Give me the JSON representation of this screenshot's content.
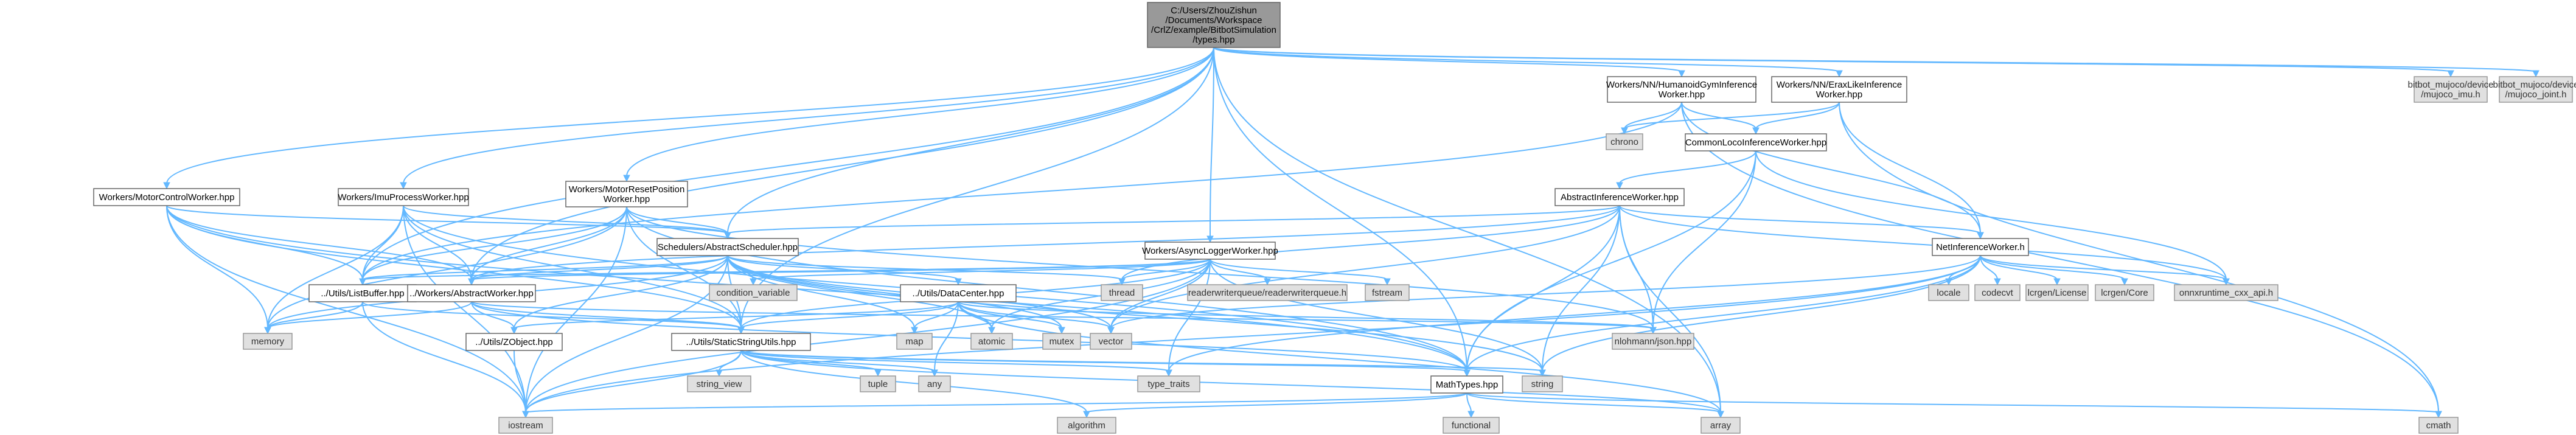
{
  "graph_title": "C:/Users/ZhouZishun/Documents/Workspace/CrlZ/example/BitbotSimulation/types.hpp",
  "node_types": {
    "focus": "#999999",
    "internal": "#ffffff",
    "external": "#e0e0e0"
  },
  "colors": {
    "edge": "#63b8ff",
    "border": "#666666",
    "text": "#000000"
  },
  "nodes": {
    "types_hpp": {
      "lines": [
        "C:/Users/ZhouZishun",
        "/Documents/Workspace",
        "/CrlZ/example/BitbotSimulation",
        "/types.hpp"
      ],
      "kind": "focus"
    },
    "motor_control": {
      "lines": [
        "Workers/MotorControlWorker.hpp"
      ],
      "kind": "internal"
    },
    "imu_process": {
      "lines": [
        "Workers/ImuProcessWorker.hpp"
      ],
      "kind": "internal"
    },
    "motor_reset": {
      "lines": [
        "Workers/MotorResetPosition",
        "Worker.hpp"
      ],
      "kind": "internal"
    },
    "async_logger": {
      "lines": [
        "Workers/AsyncLoggerWorker.hpp"
      ],
      "kind": "internal"
    },
    "humanoid_gym": {
      "lines": [
        "Workers/NN/HumanoidGymInference",
        "Worker.hpp"
      ],
      "kind": "internal"
    },
    "erax_like": {
      "lines": [
        "Workers/NN/EraxLikeInference",
        "Worker.hpp"
      ],
      "kind": "internal"
    },
    "mujoco_imu": {
      "lines": [
        "bitbot_mujoco/device",
        "/mujoco_imu.h"
      ],
      "kind": "external"
    },
    "mujoco_joint": {
      "lines": [
        "bitbot_mujoco/device",
        "/mujoco_joint.h"
      ],
      "kind": "external"
    },
    "chrono": {
      "lines": [
        "chrono"
      ],
      "kind": "external"
    },
    "common_loco": {
      "lines": [
        "CommonLocoInferenceWorker.hpp"
      ],
      "kind": "internal"
    },
    "abstract_inference": {
      "lines": [
        "AbstractInferenceWorker.hpp"
      ],
      "kind": "internal"
    },
    "abstract_scheduler": {
      "lines": [
        "Schedulers/AbstractScheduler.hpp"
      ],
      "kind": "internal"
    },
    "nn_inference": {
      "lines": [
        "NetInferenceWorker.h"
      ],
      "kind": "internal"
    },
    "list_buffer": {
      "lines": [
        "../Utils/ListBuffer.hpp"
      ],
      "kind": "internal"
    },
    "abstract_worker": {
      "lines": [
        "../Workers/AbstractWorker.hpp"
      ],
      "kind": "internal"
    },
    "condition_variable": {
      "lines": [
        "condition_variable"
      ],
      "kind": "external"
    },
    "data_center": {
      "lines": [
        "../Utils/DataCenter.hpp"
      ],
      "kind": "internal"
    },
    "thread": {
      "lines": [
        "thread"
      ],
      "kind": "external"
    },
    "readerwriterqueue": {
      "lines": [
        "readerwriterqueue/readerwriterqueue.h"
      ],
      "kind": "external"
    },
    "fstream": {
      "lines": [
        "fstream"
      ],
      "kind": "external"
    },
    "locale": {
      "lines": [
        "locale"
      ],
      "kind": "external"
    },
    "codecvt": {
      "lines": [
        "codecvt"
      ],
      "kind": "external"
    },
    "lcrgen_license": {
      "lines": [
        "lcrgen/License"
      ],
      "kind": "external"
    },
    "lcrgen_core": {
      "lines": [
        "lcrgen/Core"
      ],
      "kind": "external"
    },
    "onnxruntime": {
      "lines": [
        "onnxruntime_cxx_api.h"
      ],
      "kind": "external"
    },
    "memory": {
      "lines": [
        "memory"
      ],
      "kind": "external"
    },
    "zobject": {
      "lines": [
        "../Utils/ZObject.hpp"
      ],
      "kind": "internal"
    },
    "static_string": {
      "lines": [
        "../Utils/StaticStringUtils.hpp"
      ],
      "kind": "internal"
    },
    "map": {
      "lines": [
        "map"
      ],
      "kind": "external"
    },
    "atomic": {
      "lines": [
        "atomic"
      ],
      "kind": "external"
    },
    "mutex": {
      "lines": [
        "mutex"
      ],
      "kind": "external"
    },
    "vector": {
      "lines": [
        "vector"
      ],
      "kind": "external"
    },
    "nlohmann": {
      "lines": [
        "nlohmann/json.hpp"
      ],
      "kind": "external"
    },
    "string_view": {
      "lines": [
        "string_view"
      ],
      "kind": "external"
    },
    "tuple": {
      "lines": [
        "tuple"
      ],
      "kind": "external"
    },
    "any": {
      "lines": [
        "any"
      ],
      "kind": "external"
    },
    "type_traits": {
      "lines": [
        "type_traits"
      ],
      "kind": "external"
    },
    "string": {
      "lines": [
        "string"
      ],
      "kind": "external"
    },
    "math_types": {
      "lines": [
        "MathTypes.hpp"
      ],
      "kind": "internal"
    },
    "iostream": {
      "lines": [
        "iostream"
      ],
      "kind": "external"
    },
    "algorithm": {
      "lines": [
        "algorithm"
      ],
      "kind": "external"
    },
    "functional": {
      "lines": [
        "functional"
      ],
      "kind": "external"
    },
    "array": {
      "lines": [
        "array"
      ],
      "kind": "external"
    },
    "cmath": {
      "lines": [
        "cmath"
      ],
      "kind": "external"
    }
  },
  "edges": [
    [
      "types_hpp",
      "motor_control"
    ],
    [
      "types_hpp",
      "imu_process"
    ],
    [
      "types_hpp",
      "motor_reset"
    ],
    [
      "types_hpp",
      "async_logger"
    ],
    [
      "types_hpp",
      "humanoid_gym"
    ],
    [
      "types_hpp",
      "erax_like"
    ],
    [
      "types_hpp",
      "mujoco_imu"
    ],
    [
      "types_hpp",
      "mujoco_joint"
    ],
    [
      "types_hpp",
      "abstract_scheduler"
    ],
    [
      "types_hpp",
      "abstract_worker"
    ],
    [
      "types_hpp",
      "list_buffer"
    ],
    [
      "types_hpp",
      "static_string"
    ],
    [
      "types_hpp",
      "math_types"
    ],
    [
      "types_hpp",
      "array"
    ],
    [
      "motor_control",
      "abstract_scheduler"
    ],
    [
      "motor_control",
      "list_buffer"
    ],
    [
      "motor_control",
      "abstract_worker"
    ],
    [
      "motor_control",
      "memory"
    ],
    [
      "motor_control",
      "iostream"
    ],
    [
      "motor_control",
      "static_string"
    ],
    [
      "motor_control",
      "math_types"
    ],
    [
      "imu_process",
      "abstract_scheduler"
    ],
    [
      "imu_process",
      "list_buffer"
    ],
    [
      "imu_process",
      "abstract_worker"
    ],
    [
      "imu_process",
      "memory"
    ],
    [
      "imu_process",
      "iostream"
    ],
    [
      "imu_process",
      "static_string"
    ],
    [
      "imu_process",
      "math_types"
    ],
    [
      "motor_reset",
      "abstract_scheduler"
    ],
    [
      "motor_reset",
      "list_buffer"
    ],
    [
      "motor_reset",
      "abstract_worker"
    ],
    [
      "motor_reset",
      "memory"
    ],
    [
      "motor_reset",
      "iostream"
    ],
    [
      "motor_reset",
      "static_string"
    ],
    [
      "motor_reset",
      "math_types"
    ],
    [
      "motor_reset",
      "nlohmann"
    ],
    [
      "async_logger",
      "abstract_worker"
    ],
    [
      "async_logger",
      "list_buffer"
    ],
    [
      "async_logger",
      "thread"
    ],
    [
      "async_logger",
      "readerwriterqueue"
    ],
    [
      "async_logger",
      "fstream"
    ],
    [
      "async_logger",
      "condition_variable"
    ],
    [
      "async_logger",
      "atomic"
    ],
    [
      "async_logger",
      "string"
    ],
    [
      "async_logger",
      "vector"
    ],
    [
      "async_logger",
      "static_string"
    ],
    [
      "async_logger",
      "iostream"
    ],
    [
      "async_logger",
      "type_traits"
    ],
    [
      "humanoid_gym",
      "chrono"
    ],
    [
      "humanoid_gym",
      "common_loco"
    ],
    [
      "humanoid_gym",
      "nn_inference"
    ],
    [
      "humanoid_gym",
      "list_buffer"
    ],
    [
      "humanoid_gym",
      "cmath"
    ],
    [
      "erax_like",
      "chrono"
    ],
    [
      "erax_like",
      "common_loco"
    ],
    [
      "erax_like",
      "nn_inference"
    ],
    [
      "erax_like",
      "cmath"
    ],
    [
      "common_loco",
      "abstract_inference"
    ],
    [
      "common_loco",
      "onnxruntime"
    ],
    [
      "common_loco",
      "nlohmann"
    ],
    [
      "common_loco",
      "math_types"
    ],
    [
      "abstract_inference",
      "abstract_scheduler"
    ],
    [
      "abstract_inference",
      "abstract_worker"
    ],
    [
      "abstract_inference",
      "nn_inference"
    ],
    [
      "abstract_inference",
      "thread"
    ],
    [
      "abstract_inference",
      "nlohmann"
    ],
    [
      "abstract_inference",
      "vector"
    ],
    [
      "abstract_inference",
      "onnxruntime"
    ],
    [
      "abstract_inference",
      "math_types"
    ],
    [
      "abstract_inference",
      "string"
    ],
    [
      "abstract_inference",
      "array"
    ],
    [
      "abstract_scheduler",
      "abstract_worker"
    ],
    [
      "abstract_scheduler",
      "list_buffer"
    ],
    [
      "abstract_scheduler",
      "condition_variable"
    ],
    [
      "abstract_scheduler",
      "data_center"
    ],
    [
      "abstract_scheduler",
      "thread"
    ],
    [
      "abstract_scheduler",
      "static_string"
    ],
    [
      "abstract_scheduler",
      "zobject"
    ],
    [
      "abstract_scheduler",
      "map"
    ],
    [
      "abstract_scheduler",
      "atomic"
    ],
    [
      "abstract_scheduler",
      "mutex"
    ],
    [
      "abstract_scheduler",
      "vector"
    ],
    [
      "abstract_scheduler",
      "memory"
    ],
    [
      "abstract_scheduler",
      "iostream"
    ],
    [
      "abstract_scheduler",
      "string"
    ],
    [
      "nn_inference",
      "locale"
    ],
    [
      "nn_inference",
      "codecvt"
    ],
    [
      "nn_inference",
      "lcrgen_license"
    ],
    [
      "nn_inference",
      "lcrgen_core"
    ],
    [
      "nn_inference",
      "onnxruntime"
    ],
    [
      "nn_inference",
      "string"
    ],
    [
      "nn_inference",
      "vector"
    ],
    [
      "nn_inference",
      "math_types"
    ],
    [
      "nn_inference",
      "type_traits"
    ],
    [
      "nn_inference",
      "iostream"
    ],
    [
      "list_buffer",
      "memory"
    ],
    [
      "list_buffer",
      "iostream"
    ],
    [
      "list_buffer",
      "static_string"
    ],
    [
      "abstract_worker",
      "memory"
    ],
    [
      "abstract_worker",
      "zobject"
    ],
    [
      "abstract_worker",
      "static_string"
    ],
    [
      "abstract_worker",
      "nlohmann"
    ],
    [
      "abstract_worker",
      "math_types"
    ],
    [
      "data_center",
      "map"
    ],
    [
      "data_center",
      "atomic"
    ],
    [
      "data_center",
      "mutex"
    ],
    [
      "data_center",
      "vector"
    ],
    [
      "data_center",
      "any"
    ],
    [
      "data_center",
      "static_string"
    ],
    [
      "data_center",
      "zobject"
    ],
    [
      "data_center",
      "nlohmann"
    ],
    [
      "data_center",
      "array"
    ],
    [
      "zobject",
      "iostream"
    ],
    [
      "static_string",
      "string_view"
    ],
    [
      "static_string",
      "tuple"
    ],
    [
      "static_string",
      "any"
    ],
    [
      "static_string",
      "type_traits"
    ],
    [
      "static_string",
      "string"
    ],
    [
      "static_string",
      "math_types"
    ],
    [
      "static_string",
      "iostream"
    ],
    [
      "static_string",
      "algorithm"
    ],
    [
      "static_string",
      "array"
    ],
    [
      "math_types",
      "iostream"
    ],
    [
      "math_types",
      "algorithm"
    ],
    [
      "math_types",
      "functional"
    ],
    [
      "math_types",
      "array"
    ],
    [
      "math_types",
      "cmath"
    ]
  ]
}
